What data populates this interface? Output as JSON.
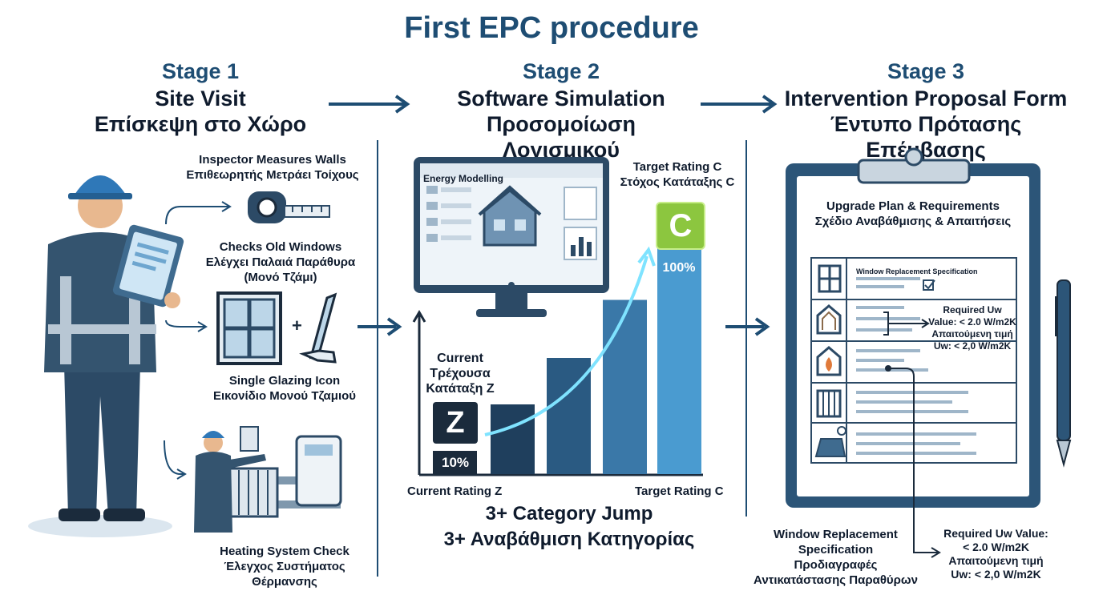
{
  "title": "First EPC procedure",
  "stages": [
    {
      "number": "Stage 1",
      "name_en": "Site Visit",
      "name_el": "Επίσκεψη στο Χώρο"
    },
    {
      "number": "Stage 2",
      "name_en": "Software Simulation",
      "name_el": "Προσομοίωση Λογισμικού"
    },
    {
      "number": "Stage 3",
      "name_en": "Intervention Proposal Form",
      "name_el": "Έντυπο Πρότασης Επέμβασης"
    }
  ],
  "stage1": {
    "measure_en": "Inspector Measures Walls",
    "measure_el": "Επιθεωρητής Μετράει Τοίχους",
    "windows_en": "Checks Old Windows",
    "windows_el": "Ελέγχει Παλαιά Παράθυρα",
    "windows_el2": "(Μονό Τζάμι)",
    "glazing_en": "Single Glazing Icon",
    "glazing_el": "Εικονίδιο Μονού Τζαμιού",
    "heating_en": "Heating System Check",
    "heating_el": "Έλεγχος Συστήματος Θέρμανσης"
  },
  "stage2": {
    "screen_title": "Energy Modelling",
    "target_en": "Target Rating C",
    "target_el": "Στόχος Κατάταξης C",
    "current_l1": "Current",
    "current_l2": "Τρέχουσα",
    "current_l3": "Κατάταξη Z",
    "badge_current": "Z",
    "badge_target": "C",
    "pct_current": "10%",
    "pct_target": "100%",
    "axis_left": "Current Rating Z",
    "axis_right": "Target Rating C",
    "jump_en": "3+ Category Jump",
    "jump_el": "3+ Αναβάθμιση Κατηγορίας"
  },
  "stage3": {
    "plan_en": "Upgrade Plan & Requirements",
    "plan_el": "Σχέδιο Αναβάθμισης & Απαιτήσεις",
    "spec_small": "Window Replacement Specification",
    "req_l1": "Required Uw",
    "req_l2": "Value: < 2.0 W/m2K",
    "req_l3": "Απαιτούμενη τιμή",
    "req_l4": "Uw: < 2,0 W/m2K",
    "spec_en1": "Window Replacement",
    "spec_en2": "Specification",
    "spec_el1": "Προδιαγραφές",
    "spec_el2": "Αντικατάστασης Παραθύρων",
    "req2_l1": "Required Uw Value:",
    "req2_l2": "< 2.0 W/m2K",
    "req2_l3": "Απαιτούμενη τιμή",
    "req2_l4": "Uw: < 2,0 W/m2K"
  },
  "colors": {
    "primary": "#1e4d73",
    "accent_green": "#8cc63f",
    "glow": "#7fe3ff"
  },
  "chart_data": {
    "type": "bar",
    "categories": [
      "Z",
      "",
      "",
      "",
      "C"
    ],
    "values": [
      10,
      30,
      50,
      75,
      100
    ],
    "ylabel": "",
    "xlabel": "",
    "ylim": [
      0,
      100
    ]
  }
}
